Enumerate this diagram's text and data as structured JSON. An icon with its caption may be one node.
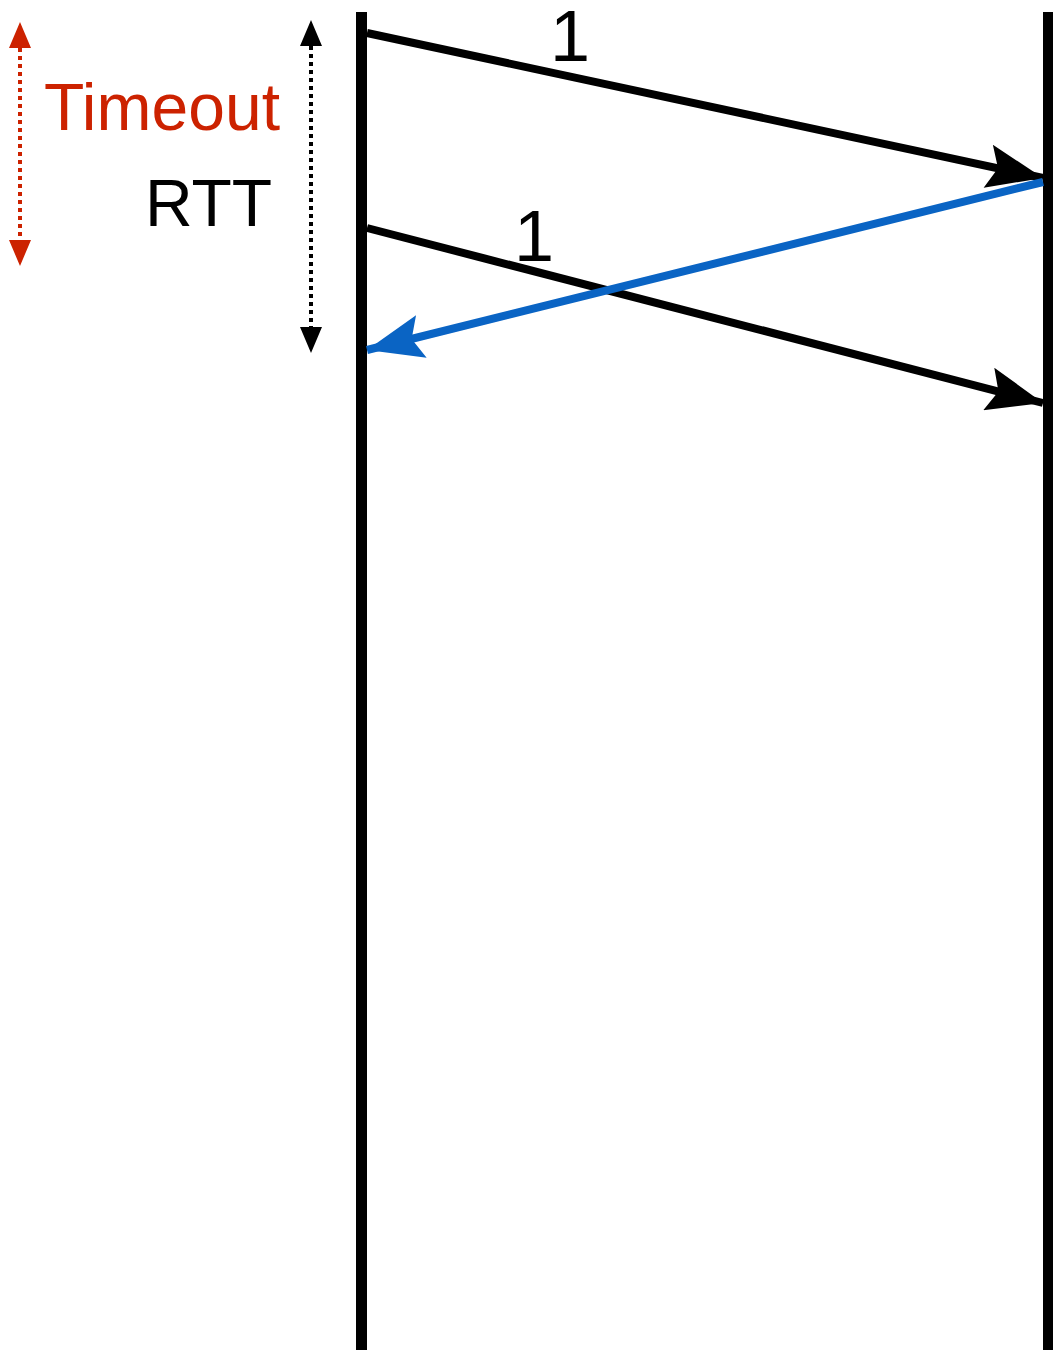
{
  "diagram": {
    "nodes": [
      {
        "text": [],
        "shape": "bar"
      },
      {
        "text": [],
        "shape": "bar"
      }
    ],
    "edges": [
      {
        "from": 0,
        "to": 1,
        "arrow": "to",
        "label": "1"
      },
      {
        "from": 0,
        "to": 1,
        "arrow": "to",
        "label": "1"
      },
      {
        "from": 1,
        "to": 0,
        "arrow": "to",
        "color": "#0a64c4"
      }
    ],
    "labels": [
      "Timeout",
      "RTT"
    ]
  }
}
